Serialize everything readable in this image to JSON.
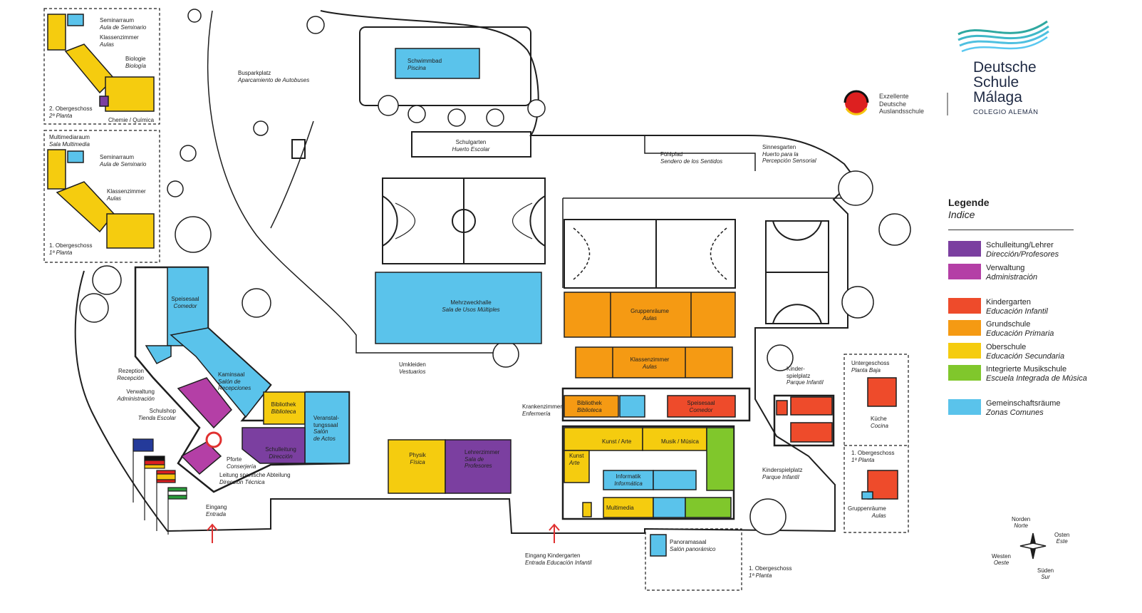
{
  "colors": {
    "direction": "#7b3fa0",
    "admin": "#b43fa6",
    "kindergarten": "#ee4b2b",
    "primary": "#f59a13",
    "secondary": "#f5cc0f",
    "music": "#80c72c",
    "common": "#5ac3eb",
    "line": "#1e1e1e",
    "brand": "#1f2a44",
    "arrow": "#e03030"
  },
  "brand": {
    "name_line1": "Deutsche",
    "name_line2": "Schule",
    "name_line3": "Málaga",
    "subtitle": "COLEGIO ALEMÁN",
    "seal_line1": "Exzellente",
    "seal_line2": "Deutsche",
    "seal_line3": "Auslandsschule"
  },
  "legend": {
    "title": "Legende",
    "title_es": "Indice",
    "items": [
      {
        "de": "Schulleitung/Lehrer",
        "es": "Dirección/Profesores",
        "color": "#7b3fa0"
      },
      {
        "de": "Verwaltung",
        "es": "Administración",
        "color": "#b43fa6"
      },
      {
        "de": "Kindergarten",
        "es": "Educación Infantil",
        "color": "#ee4b2b"
      },
      {
        "de": "Grundschule",
        "es": "Educación Primaria",
        "color": "#f59a13"
      },
      {
        "de": "Oberschule",
        "es": "Educación Secundaria",
        "color": "#f5cc0f"
      },
      {
        "de": "Integrierte Musikschule",
        "es": "Escuela Integrada de Música",
        "color": "#80c72c"
      },
      {
        "de": "Gemeinschaftsräume",
        "es": "Zonas Comunes",
        "color": "#5ac3eb"
      }
    ]
  },
  "compass": {
    "north": "Norden",
    "north_es": "Norte",
    "east": "Osten",
    "east_es": "Este",
    "west": "Westen",
    "west_es": "Oeste",
    "south": "Süden",
    "south_es": "Sur"
  },
  "labels": {
    "seminar_top": {
      "de": "Seminarraum",
      "es": "Aula de Seminario"
    },
    "klassen_top": {
      "de": "Klassenzimmer",
      "es": "Aulas"
    },
    "biologie": {
      "de": "Biologie",
      "es": "Biología"
    },
    "og2": {
      "de": "2. Obergeschoss",
      "es": "2ª Planta"
    },
    "chemie": {
      "de": "Chemie / Química"
    },
    "multimedia_raum": {
      "de": "Multimediaraum",
      "es": "Sala Multimedia"
    },
    "seminar_mid": {
      "de": "Seminarraum",
      "es": "Aula de Seminario"
    },
    "klassen_mid": {
      "de": "Klassenzimmer",
      "es": "Aulas"
    },
    "og1_left": {
      "de": "1. Obergeschoss",
      "es": "1ª Planta"
    },
    "bus": {
      "de": "Busparkplatz",
      "es": "Aparcamiento de Autobuses"
    },
    "schwimmbad": {
      "de": "Schwimmbad",
      "es": "Piscina"
    },
    "schulgarten": {
      "de": "Schulgarten",
      "es": "Huerto Escolar"
    },
    "fuehlpfad": {
      "de": "Fühlpfad",
      "es": "Sendero de los Sentidos"
    },
    "sinnesgarten": {
      "de": "Sinnesgarten",
      "es": "Huerto para la",
      "es2": "Percepción Sensorial"
    },
    "mehrzweck": {
      "de": "Mehrzweckhalle",
      "es": "Sala de Usos Múltiples"
    },
    "umkleiden": {
      "de": "Umkleiden",
      "es": "Vestuarios"
    },
    "speisesaal": {
      "de": "Speisesaal",
      "es": "Comedor"
    },
    "kaminsaal": {
      "de": "Kaminsaal",
      "es": "Salón de",
      "es2": "Recepciones"
    },
    "rezeption": {
      "de": "Rezeption",
      "es": "Recepción"
    },
    "verwaltung": {
      "de": "Verwaltung",
      "es": "Administración"
    },
    "schulshop": {
      "de": "Schulshop",
      "es": "Tienda Escolar"
    },
    "bibliothek_main": {
      "de": "Bibliothek",
      "es": "Biblioteca"
    },
    "veranstaltung": {
      "de": "Veranstal-",
      "de2": "tungssaal",
      "es": "Salón",
      "es2": "de Actos"
    },
    "schulleitung": {
      "de": "Schulleitung",
      "es": "Dirección"
    },
    "pforte": {
      "de": "Pforte",
      "es": "Conserjería"
    },
    "leitung_span": {
      "de": "Leitung spanische Abteilung",
      "es": "Dirección Técnica"
    },
    "eingang": {
      "de": "Eingang",
      "es": "Entrada"
    },
    "physik": {
      "de": "Physik",
      "es": "Física"
    },
    "lehrerzimmer": {
      "de": "Lehrerzimmer",
      "es": "Sala de",
      "es2": "Profesores"
    },
    "krankenzimmer": {
      "de": "Krankenzimmer",
      "es": "Enfermería"
    },
    "eingang_kg": {
      "de": "Eingang Kindergarten",
      "es": "Entrada Educación Infantil"
    },
    "gruppenraeume_main": {
      "de": "Gruppenräume",
      "es": "Aulas"
    },
    "klassenzimmer_main": {
      "de": "Klassenzimmer",
      "es": "Aulas"
    },
    "bibliothek_prim": {
      "de": "Bibliothek",
      "es": "Biblioteca"
    },
    "speisesaal_prim": {
      "de": "Speisesaal",
      "es": "Comedor"
    },
    "kunst1": {
      "de": "Kunst / Arte"
    },
    "musik": {
      "de": "Musik / Música"
    },
    "kunst2": {
      "de": "Kunst",
      "es": "Arte"
    },
    "informatik": {
      "de": "Informatik",
      "es": "Informática"
    },
    "multimedia": {
      "de": "Multimedia"
    },
    "kinderspielplatz1": {
      "de": "Kinder-",
      "de2": "spielplatz",
      "es": "Parque Infantil"
    },
    "kinderspielplatz2": {
      "de": "Kinderspielplatz",
      "es": "Parque Infantil"
    },
    "untergeschoss": {
      "de": "Untergeschoss",
      "es": "Planta Baja"
    },
    "kueche": {
      "de": "Küche",
      "es": "Cocina"
    },
    "og1_kg": {
      "de": "1. Obergeschoss",
      "es": "1ª Planta"
    },
    "gruppenraeume_kg": {
      "de": "Gruppenräume",
      "es": "Aulas"
    },
    "panorama": {
      "de": "Panoramasaal",
      "es": "Salón panorámico"
    },
    "og1_bottom": {
      "de": "1. Obergeschoss",
      "es": "1ª Planta"
    }
  }
}
